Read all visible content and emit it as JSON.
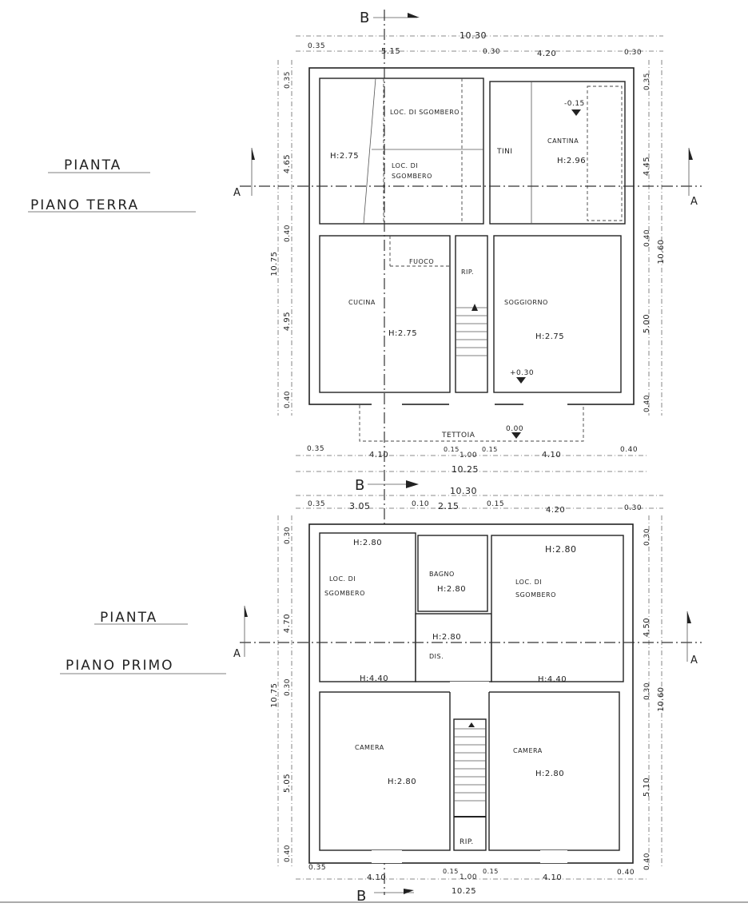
{
  "ground_floor": {
    "title_1": "PIANTA",
    "title_2": "PIANO TERRA",
    "section_b_top": "B",
    "section_b_bottom": "B",
    "section_a_left": "A",
    "section_a_right": "A",
    "dims_top": [
      "10.30",
      "0.35",
      "5.15",
      "0.30",
      "4.20",
      "0.30"
    ],
    "dims_left": [
      "0.35",
      "4.65",
      "0.40",
      "10.75",
      "4.95",
      "0.40"
    ],
    "dims_right": [
      "0.35",
      "4.45",
      "0.40",
      "10.60",
      "5.00",
      "0.40"
    ],
    "dims_bottom": [
      "0.35",
      "4.10",
      "0.15",
      "1.00",
      "0.15",
      "4.10",
      "0.40",
      "10.25"
    ],
    "rooms": {
      "loc_sgombero_1": "LOC. DI SGOMBERO",
      "h_left": "H:2.75",
      "loc_sgombero_2a": "LOC. DI",
      "loc_sgombero_2b": "SGOMBERO",
      "tini": "TINI",
      "cantina": "CANTINA",
      "h_cantina": "H:2.96",
      "fuoco": "FUOCO",
      "rip": "RIP.",
      "cucina": "CUCINA",
      "h_cucina": "H:2.75",
      "soggiorno": "SOGGIORNO",
      "h_soggiorno": "H:2.75",
      "tettoia": "TETTOIA"
    },
    "levels": [
      "-0.15",
      "+0.30",
      "0.00"
    ]
  },
  "first_floor": {
    "title_1": "PIANTA",
    "title_2": "PIANO PRIMO",
    "section_b_top": "B",
    "section_b_bottom": "B",
    "section_a_left": "A",
    "section_a_right": "A",
    "overall_top": "10.30",
    "dims_top": [
      "0.35",
      "3.05",
      "0.10",
      "2.15",
      "0.15",
      "4.20",
      "0.30"
    ],
    "dims_left": [
      "0.30",
      "4.70",
      "0.30",
      "10.75",
      "5.05",
      "0.40"
    ],
    "dims_right": [
      "0.30",
      "4.50",
      "0.30",
      "10.60",
      "5.10",
      "0.40"
    ],
    "dims_bottom": [
      "0.35",
      "4.10",
      "0.15",
      "1.00",
      "0.15",
      "4.10",
      "0.40",
      "10.25"
    ],
    "rooms": {
      "h_loc_left": "H:2.80",
      "loc_left_a": "LOC. DI",
      "loc_left_b": "SGOMBERO",
      "bagno": "BAGNO",
      "h_bagno": "H:2.80",
      "loc_right_a": "LOC. DI",
      "loc_right_b": "SGOMBERO",
      "h_loc_right": "H:2.80",
      "h_dis": "H:2.80",
      "dis": "DIS.",
      "h_440_left": "H:4.40",
      "h_440_right": "H:4.40",
      "camera_left": "CAMERA",
      "h_camera_left": "H:2.80",
      "camera_right": "CAMERA",
      "h_camera_right": "H:2.80",
      "rip": "RIP."
    }
  }
}
